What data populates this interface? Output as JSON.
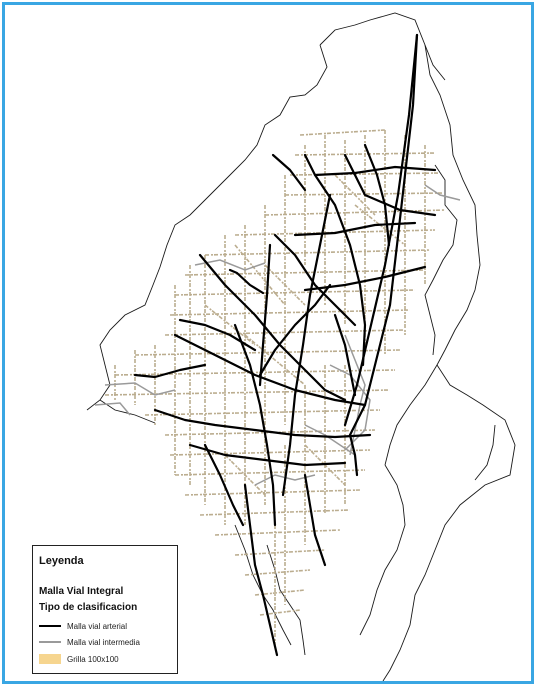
{
  "legend": {
    "title": "Leyenda",
    "subtitle": "Malla Vial Integral",
    "classification_header": "Tipo de clasificacion",
    "items": [
      {
        "label": "Malla vial arterial",
        "type": "line",
        "color": "#000000"
      },
      {
        "label": "Malla vial intermedia",
        "type": "line",
        "color": "#9a9a9a"
      },
      {
        "label": "Grilla 100x100",
        "type": "box",
        "color": "#f6d58f"
      }
    ]
  },
  "map": {
    "frame_color": "#39a6e3",
    "boundary_color": "#1a1a1a",
    "local_street_color": "#b8a98a",
    "intermediate_color": "#9a9a9a",
    "arterial_color": "#000000"
  }
}
